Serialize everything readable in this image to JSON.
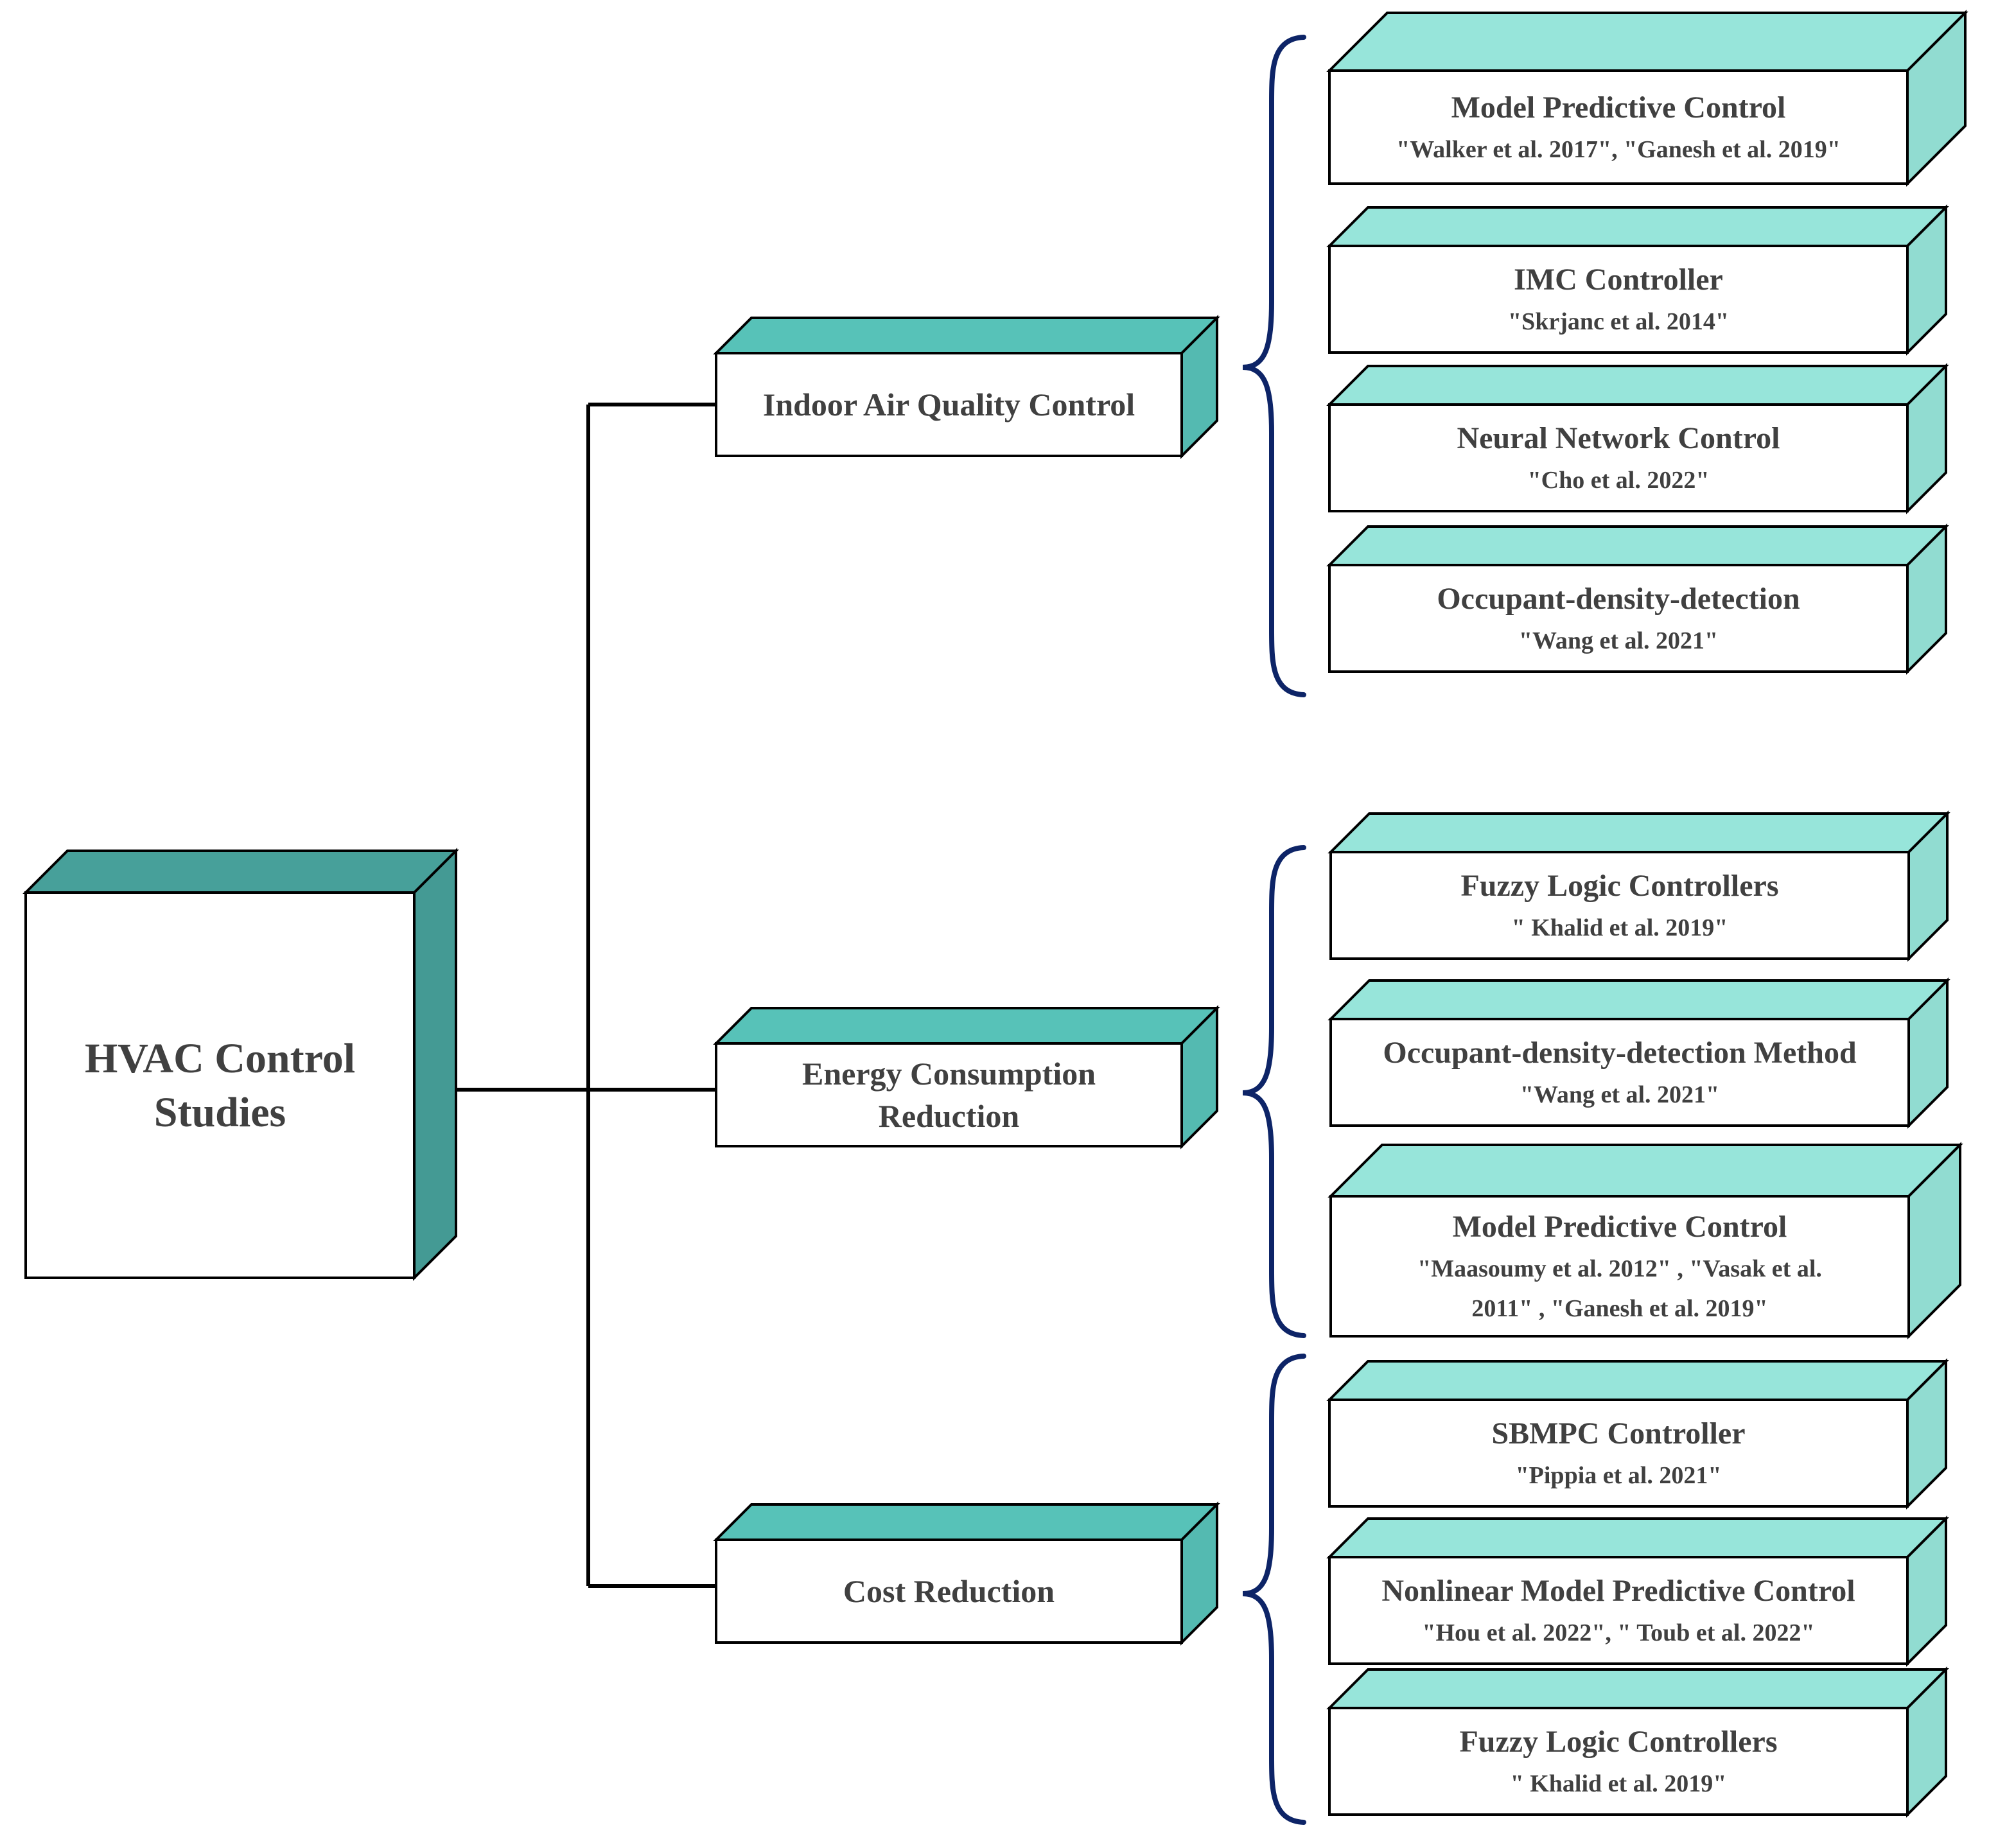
{
  "root": {
    "title_lines": [
      "HVAC Control",
      "Studies"
    ]
  },
  "colors": {
    "root_box": "#47a09a",
    "category_box": "#57c2b8",
    "method_box": "#97e5da",
    "brace": "#0d2467",
    "text": "#404040"
  },
  "categories": [
    {
      "label_lines": [
        "Indoor Air Quality Control"
      ]
    },
    {
      "label_lines": [
        "Energy Consumption",
        "Reduction"
      ]
    },
    {
      "label_lines": [
        "Cost Reduction"
      ]
    }
  ],
  "methods": [
    {
      "title": "Model Predictive Control",
      "refs": [
        "\"Walker et al. 2017\",  \"Ganesh et al. 2019\""
      ]
    },
    {
      "title": "IMC Controller",
      "refs": [
        "\"Skrjanc et al. 2014\""
      ]
    },
    {
      "title": "Neural Network Control",
      "refs": [
        "\"Cho et al. 2022\""
      ]
    },
    {
      "title": "Occupant-density-detection",
      "refs": [
        "\"Wang et al. 2021\""
      ]
    },
    {
      "title": "Fuzzy Logic Controllers",
      "refs": [
        "\" Khalid et al. 2019\""
      ]
    },
    {
      "title": "Occupant-density-detection Method",
      "refs": [
        "\"Wang et al. 2021\""
      ]
    },
    {
      "title": "Model Predictive Control",
      "refs": [
        "\"Maasoumy et al.  2012\"  , \"Vasak et al.",
        "2011\" , \"Ganesh et al. 2019\""
      ]
    },
    {
      "title": "SBMPC Controller",
      "refs": [
        "\"Pippia et al. 2021\""
      ]
    },
    {
      "title": "Nonlinear Model Predictive Control",
      "refs": [
        "\"Hou et al. 2022\",  \" Toub et al. 2022\""
      ]
    },
    {
      "title": "Fuzzy Logic Controllers",
      "refs": [
        "\" Khalid et al. 2019\""
      ]
    }
  ]
}
